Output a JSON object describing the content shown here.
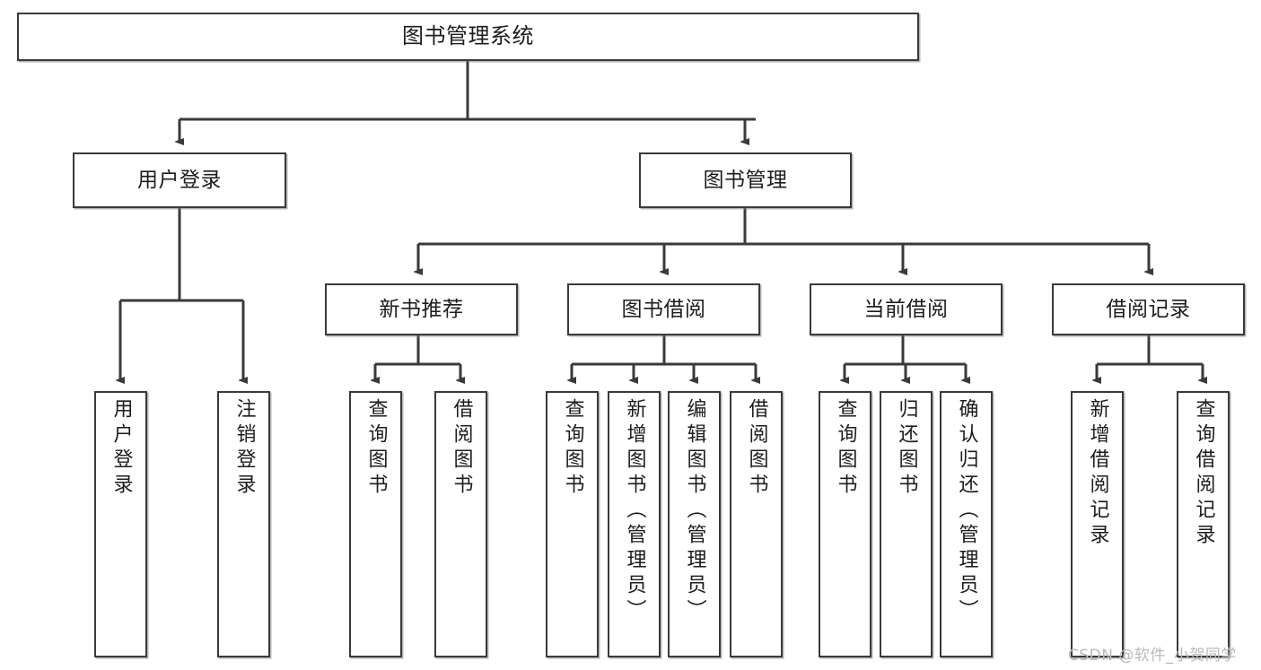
{
  "diagram": {
    "title": "图书管理系统",
    "type": "hierarchy-tree",
    "watermark": "CSDN @软件_小贺同学",
    "colors": {
      "box_border": "#3a3a3a",
      "box_fill": "#ffffff",
      "edge": "#3a3a3a",
      "text": "#1d1d1d",
      "watermark": "#b9b9b9"
    },
    "nodes": {
      "root": {
        "label": "图书管理系统",
        "level": 1,
        "orientation": "horizontal"
      },
      "l2_user_login": {
        "label": "用户登录",
        "level": 2,
        "orientation": "horizontal"
      },
      "l2_book_manage": {
        "label": "图书管理",
        "level": 2,
        "orientation": "horizontal"
      },
      "l3_new_book_rec": {
        "label": "新书推荐",
        "level": 3,
        "orientation": "horizontal"
      },
      "l3_book_borrow": {
        "label": "图书借阅",
        "level": 3,
        "orientation": "horizontal"
      },
      "l3_current_borrow": {
        "label": "当前借阅",
        "level": 3,
        "orientation": "horizontal"
      },
      "l3_borrow_record": {
        "label": "借阅记录",
        "level": 3,
        "orientation": "horizontal"
      },
      "leaf_user_login": {
        "label": "用户登录",
        "level": 4,
        "orientation": "vertical",
        "parent": "l2_user_login"
      },
      "leaf_logout": {
        "label": "注销登录",
        "level": 4,
        "orientation": "vertical",
        "parent": "l2_user_login"
      },
      "leaf_query_book_a": {
        "label": "查询图书",
        "level": 4,
        "orientation": "vertical",
        "parent": "l3_new_book_rec"
      },
      "leaf_borrow_book_a": {
        "label": "借阅图书",
        "level": 4,
        "orientation": "vertical",
        "parent": "l3_new_book_rec"
      },
      "leaf_query_book_b": {
        "label": "查询图书",
        "level": 4,
        "orientation": "vertical",
        "parent": "l3_book_borrow"
      },
      "leaf_add_book": {
        "label": "新增图书（管理员）",
        "level": 4,
        "orientation": "vertical",
        "parent": "l3_book_borrow"
      },
      "leaf_edit_book": {
        "label": "编辑图书（管理员）",
        "level": 4,
        "orientation": "vertical",
        "parent": "l3_book_borrow"
      },
      "leaf_borrow_book_b": {
        "label": "借阅图书",
        "level": 4,
        "orientation": "vertical",
        "parent": "l3_book_borrow"
      },
      "leaf_query_book_c": {
        "label": "查询图书",
        "level": 4,
        "orientation": "vertical",
        "parent": "l3_current_borrow"
      },
      "leaf_return_book": {
        "label": "归还图书",
        "level": 4,
        "orientation": "vertical",
        "parent": "l3_current_borrow"
      },
      "leaf_confirm_return": {
        "label": "确认归还（管理员）",
        "level": 4,
        "orientation": "vertical",
        "parent": "l3_current_borrow"
      },
      "leaf_add_record": {
        "label": "新增借阅记录",
        "level": 4,
        "orientation": "vertical",
        "parent": "l3_borrow_record"
      },
      "leaf_query_record": {
        "label": "查询借阅记录",
        "level": 4,
        "orientation": "vertical",
        "parent": "l3_borrow_record"
      }
    },
    "edges": [
      {
        "from": "root",
        "to": "l2_user_login"
      },
      {
        "from": "root",
        "to": "l2_book_manage"
      },
      {
        "from": "l2_user_login",
        "to": "leaf_user_login"
      },
      {
        "from": "l2_user_login",
        "to": "leaf_logout"
      },
      {
        "from": "l2_book_manage",
        "to": "l3_new_book_rec"
      },
      {
        "from": "l2_book_manage",
        "to": "l3_book_borrow"
      },
      {
        "from": "l2_book_manage",
        "to": "l3_current_borrow"
      },
      {
        "from": "l2_book_manage",
        "to": "l3_borrow_record"
      },
      {
        "from": "l3_new_book_rec",
        "to": "leaf_query_book_a"
      },
      {
        "from": "l3_new_book_rec",
        "to": "leaf_borrow_book_a"
      },
      {
        "from": "l3_book_borrow",
        "to": "leaf_query_book_b"
      },
      {
        "from": "l3_book_borrow",
        "to": "leaf_add_book"
      },
      {
        "from": "l3_book_borrow",
        "to": "leaf_edit_book"
      },
      {
        "from": "l3_book_borrow",
        "to": "leaf_borrow_book_b"
      },
      {
        "from": "l3_current_borrow",
        "to": "leaf_query_book_c"
      },
      {
        "from": "l3_current_borrow",
        "to": "leaf_return_book"
      },
      {
        "from": "l3_current_borrow",
        "to": "leaf_confirm_return"
      },
      {
        "from": "l3_borrow_record",
        "to": "leaf_add_record"
      },
      {
        "from": "l3_borrow_record",
        "to": "leaf_query_record"
      }
    ]
  }
}
